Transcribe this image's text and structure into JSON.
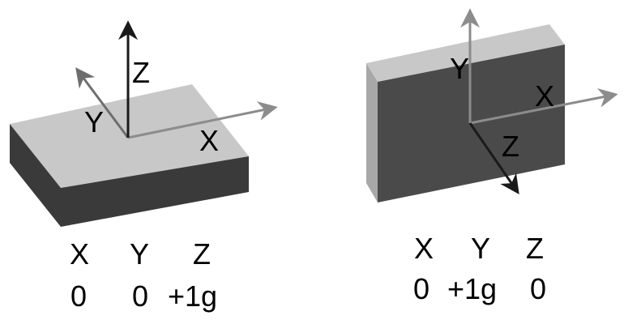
{
  "panels": [
    {
      "axis_labels": {
        "x": "X",
        "y": "Y",
        "z": "Z"
      },
      "readout": {
        "headers": [
          "X",
          "Y",
          "Z"
        ],
        "values": [
          "0",
          "0",
          "+1g"
        ]
      }
    },
    {
      "axis_labels": {
        "x": "X",
        "y": "Y",
        "z": "Z"
      },
      "readout": {
        "headers": [
          "X",
          "Y",
          "Z"
        ],
        "values": [
          "0",
          "+1g",
          "0"
        ]
      }
    }
  ],
  "colors": {
    "face_top_light": "#c8c8c8",
    "face_side_dark": "#3a3a3a",
    "face_side_light": "#a8a8a8",
    "face_front_dark": "#4a4a4a",
    "axis_gray": "#8c8c8c",
    "axis_dark_gray": "#6e6e6e",
    "axis_black": "#1a1a1a"
  }
}
